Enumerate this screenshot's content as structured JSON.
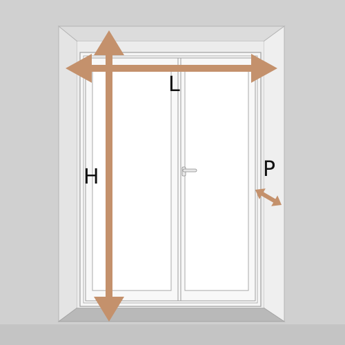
{
  "labels": {
    "height": "H",
    "width": "L",
    "depth": "P"
  },
  "colors": {
    "wall": "#d0d0d0",
    "recess": "#e6e6e6",
    "recess_side": "#eeeeee",
    "sill": "#bdbdbd",
    "frame": "#f7f7f7",
    "glass": "#ffffff",
    "outline": "#9a9a9a",
    "arrow": "#c4916c",
    "text": "#111111"
  },
  "icons": {
    "handle": "door-handle-icon"
  }
}
